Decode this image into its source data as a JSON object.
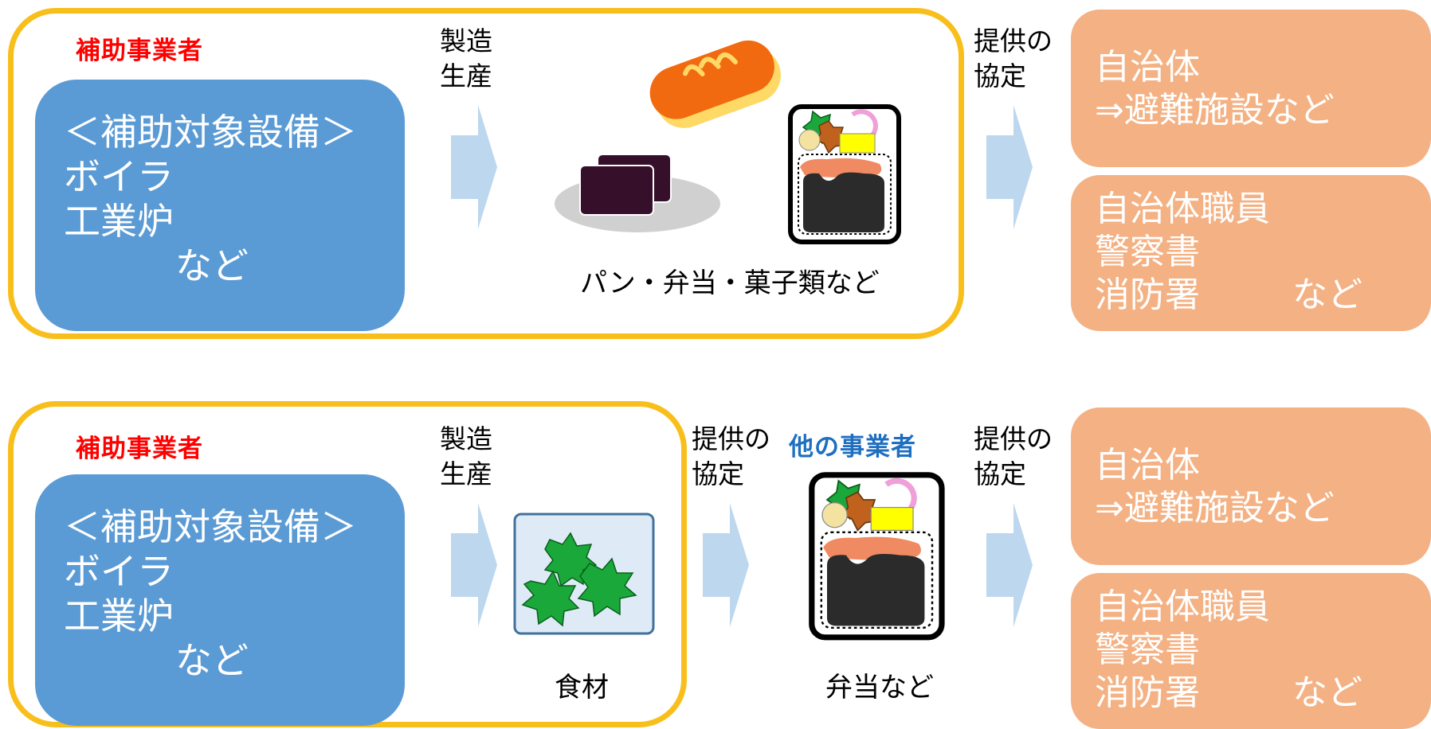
{
  "top": {
    "operator_label": "補助事業者",
    "equipment_lines": [
      "＜補助対象設備＞",
      "ボイラ",
      "工業炉",
      "など"
    ],
    "production_lines": [
      "製造",
      "生産"
    ],
    "products_caption": "パン・弁当・菓子類など",
    "supply_lines": [
      "提供の",
      "協定"
    ],
    "recipient1_lines": [
      "自治体",
      "⇒避難施設など"
    ],
    "recipient2_lines": [
      "自治体職員",
      "警察書",
      "消防署",
      "など"
    ]
  },
  "bottom": {
    "operator_label": "補助事業者",
    "equipment_lines": [
      "＜補助対象設備＞",
      "ボイラ",
      "工業炉",
      "など"
    ],
    "production_lines": [
      "製造",
      "生産"
    ],
    "ingredient_caption": "食材",
    "supply1_lines": [
      "提供の",
      "協定"
    ],
    "other_operator_label": "他の事業者",
    "bento_caption": "弁当など",
    "supply2_lines": [
      "提供の",
      "協定"
    ],
    "recipient1_lines": [
      "自治体",
      "⇒避難施設など"
    ],
    "recipient2_lines": [
      "自治体職員",
      "警察書",
      "消防署",
      "など"
    ]
  },
  "colors": {
    "frame": "#f8bf1c",
    "equipment": "#5b9bd5",
    "recipient": "#f4b183",
    "arrow": "#bdd7ee",
    "operator_text": "#ff0000",
    "other_operator_text": "#1f6fc0"
  },
  "icons": [
    "bread-icon",
    "sweets-icon",
    "bento-icon",
    "vegetables-icon"
  ]
}
